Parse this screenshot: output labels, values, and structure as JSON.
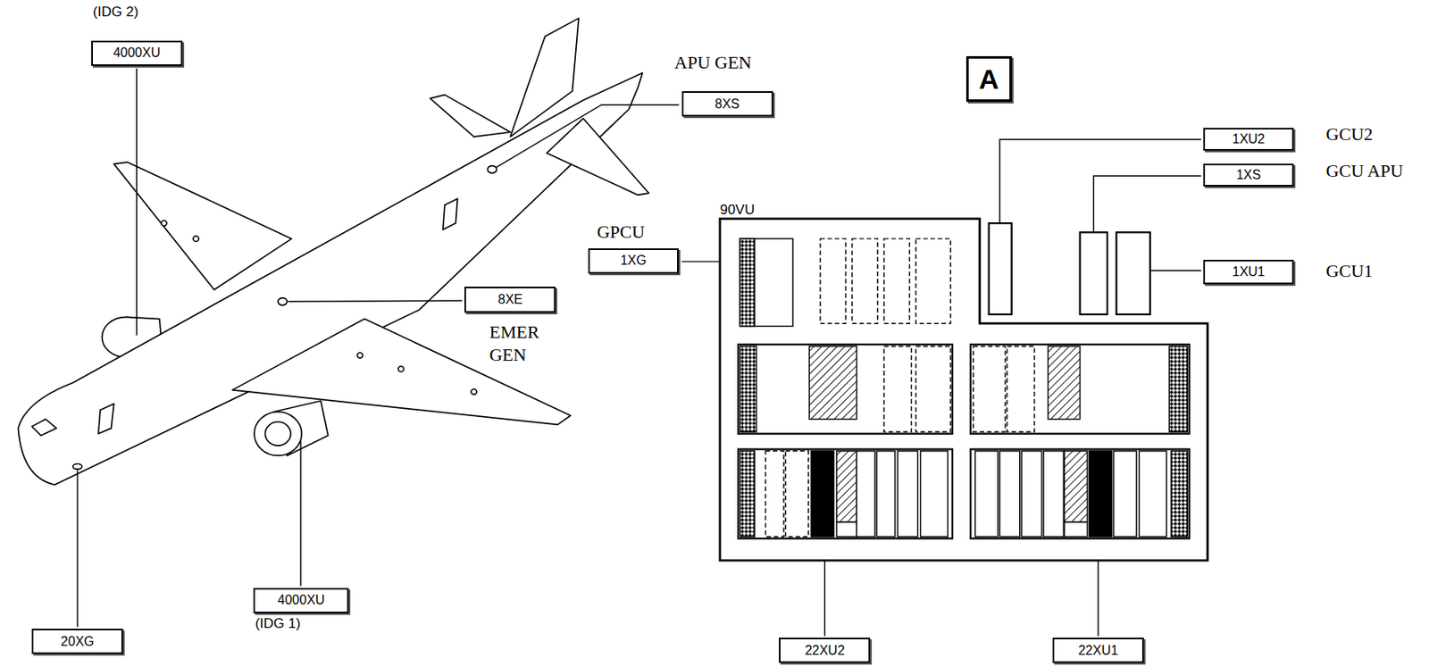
{
  "diagram": {
    "nodes": [
      {
        "text": [
          "4000XU"
        ]
      },
      {
        "text": [
          "8XS"
        ]
      },
      {
        "text": [
          "A"
        ]
      },
      {
        "text": [
          "1XU2"
        ]
      },
      {
        "text": [
          "1XS"
        ]
      },
      {
        "text": [
          "1XG"
        ]
      },
      {
        "text": [
          "1XU1"
        ]
      },
      {
        "text": [
          "8XE"
        ]
      },
      {
        "text": [
          "20XG"
        ]
      },
      {
        "text": [
          "4000XU"
        ]
      },
      {
        "text": [
          "22XU2"
        ]
      },
      {
        "text": [
          "22XU1"
        ]
      }
    ],
    "labels": [
      "(IDG 2)",
      "APU GEN",
      "GCU2",
      "GCU APU",
      "90VU",
      "GPCU",
      "GCU1",
      "EMER GEN",
      "(IDG 1)"
    ]
  }
}
